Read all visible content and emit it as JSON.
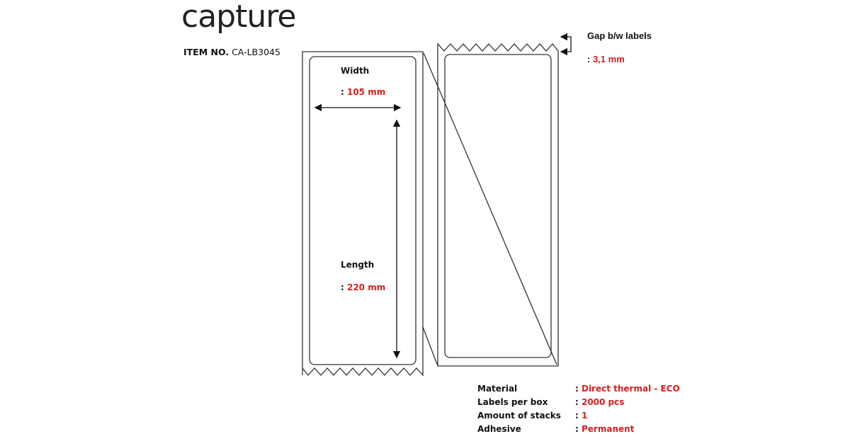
{
  "brand": {
    "logo": "capture"
  },
  "item": {
    "label": "ITEM NO.",
    "number": "CA-LB3045"
  },
  "dimensions": {
    "width_label": "Width",
    "width_value": "105 mm",
    "length_label": "Length",
    "length_value": "220 mm",
    "gap_label": "Gap b/w labels",
    "gap_value": "3,1 mm"
  },
  "specs": [
    {
      "label": "Material",
      "value": "Direct thermal - ECO"
    },
    {
      "label": "Labels per box",
      "value": "2000 pcs"
    },
    {
      "label": "Amount of stacks",
      "value": "1"
    },
    {
      "label": "Adhesive",
      "value": "Permanent"
    }
  ],
  "colors": {
    "accent": "#d0201f",
    "text": "#111111"
  }
}
